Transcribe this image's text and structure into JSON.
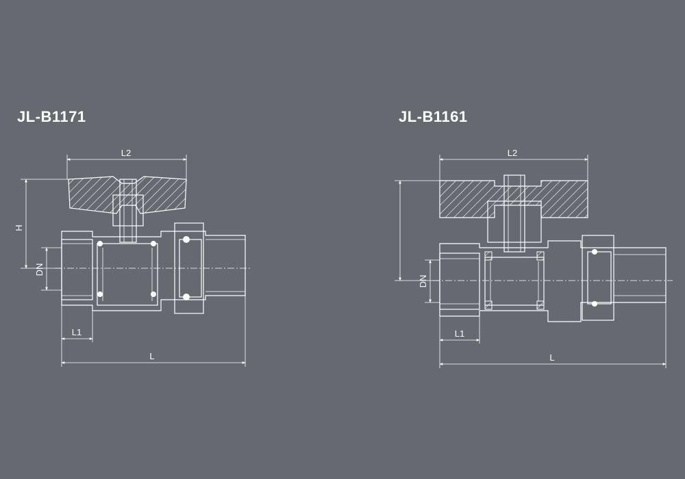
{
  "valves": [
    {
      "model": "JL-B1171",
      "dimensions": {
        "top_width": "L2",
        "height": "H",
        "diameter": "DN",
        "thread_length": "L1",
        "overall_length": "L"
      }
    },
    {
      "model": "JL-B1161",
      "dimensions": {
        "top_width": "L2",
        "diameter": "DN",
        "thread_length": "L1",
        "overall_length": "L"
      }
    }
  ],
  "colors": {
    "background": "#666a70",
    "line": "#ffffff"
  }
}
